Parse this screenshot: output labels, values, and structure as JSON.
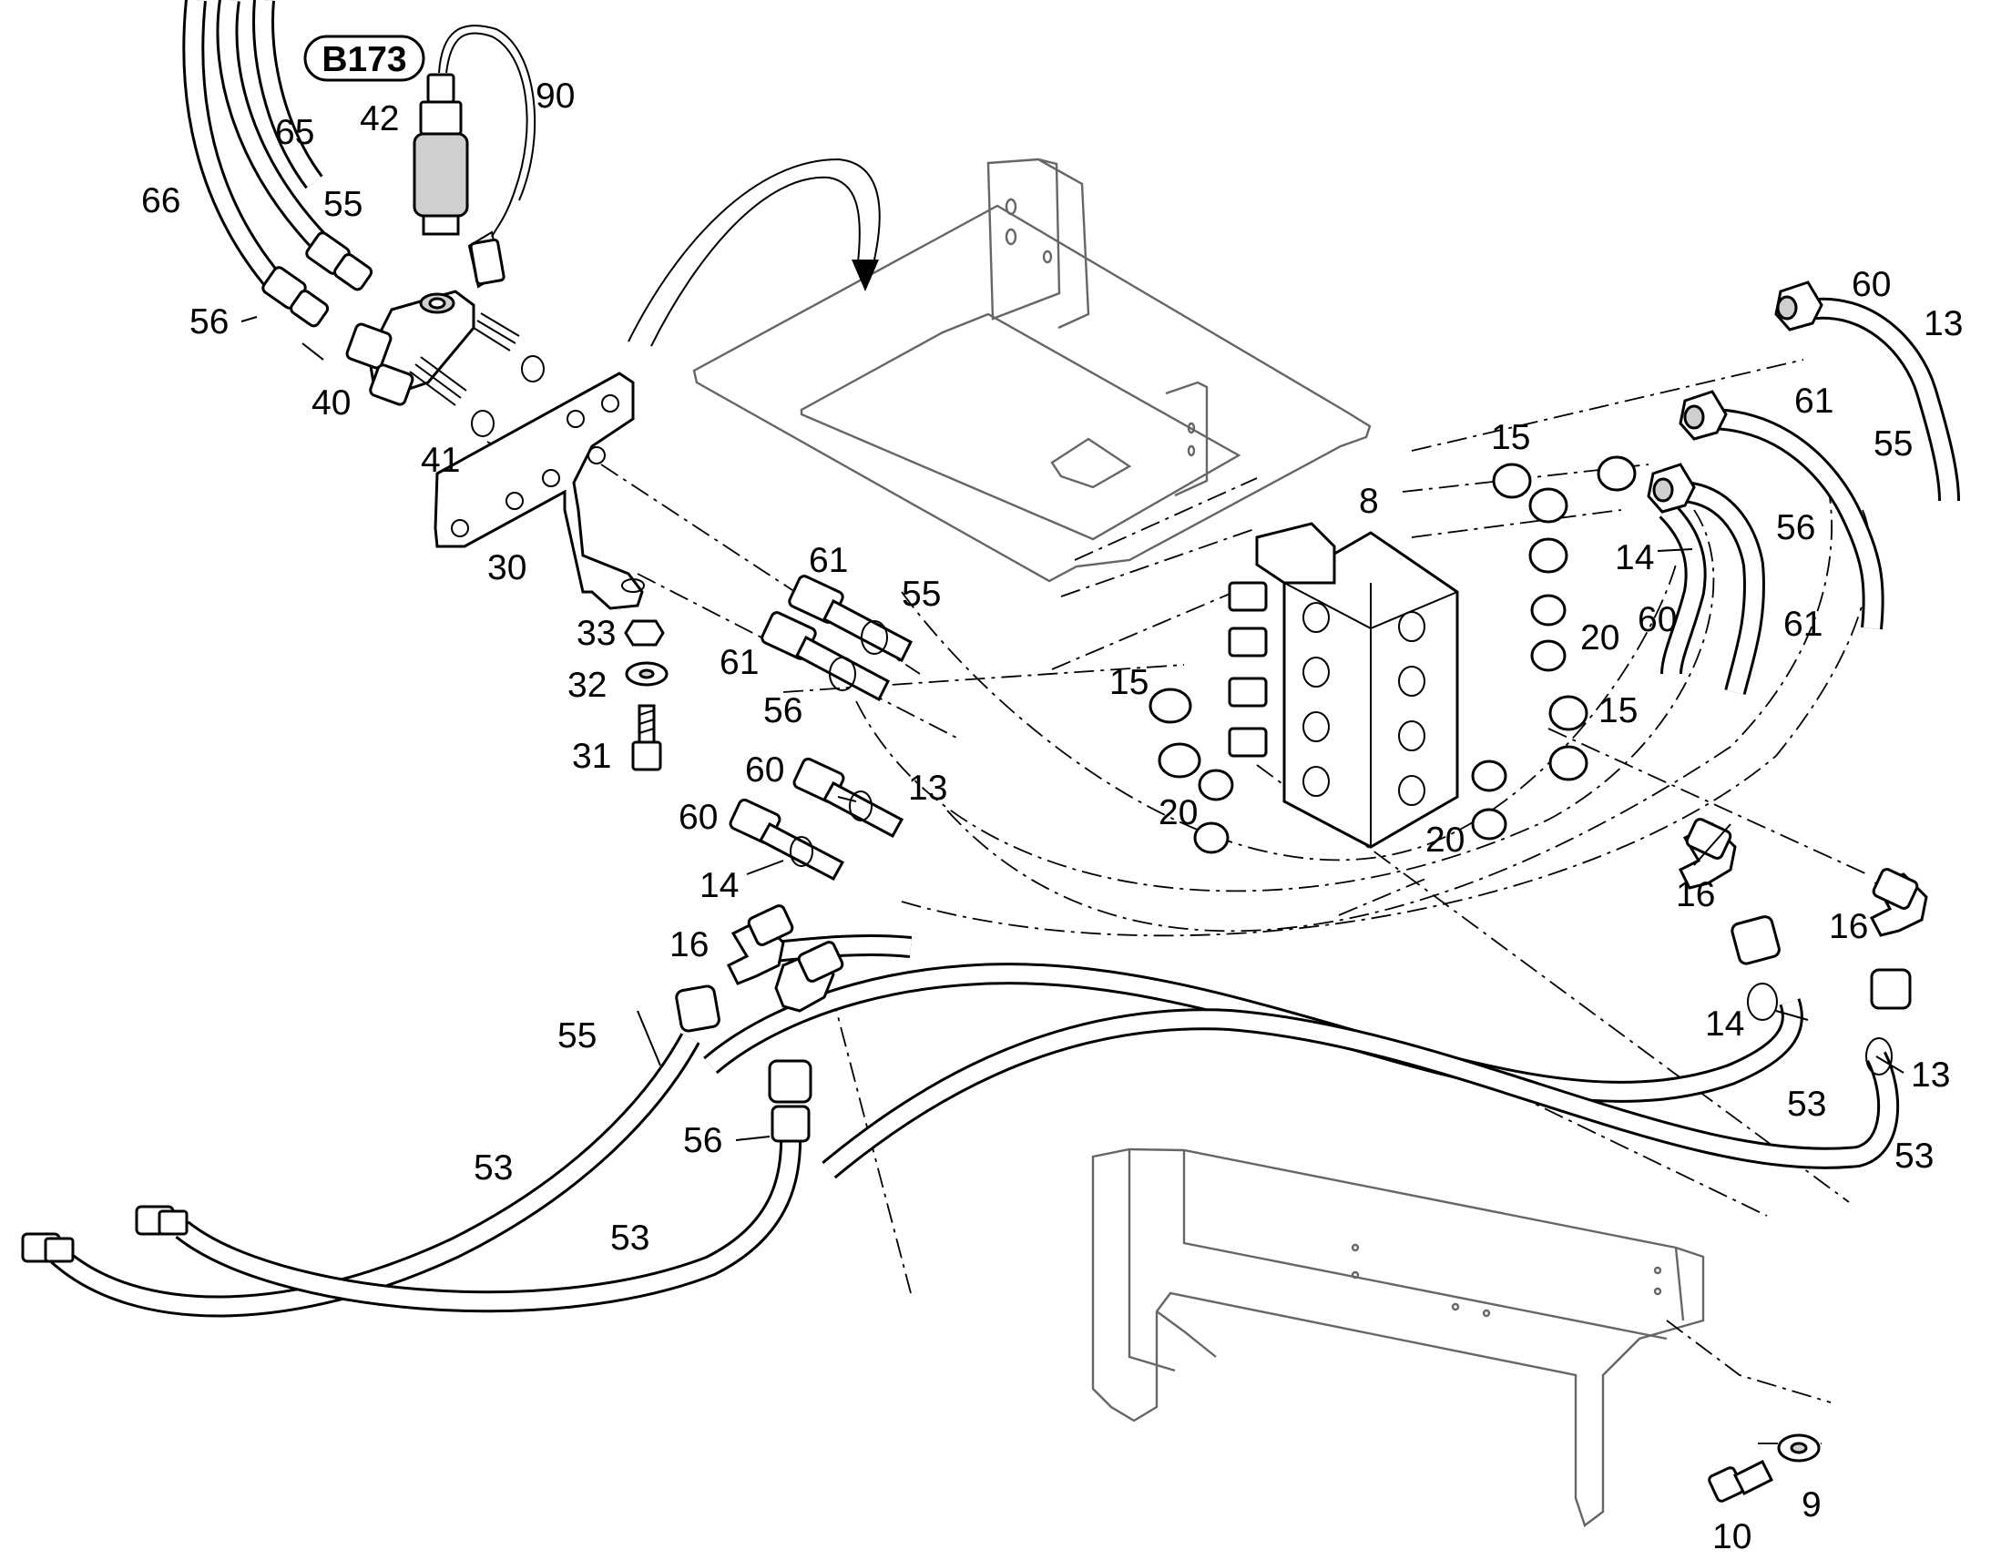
{
  "badge": {
    "label": "B173"
  },
  "callouts": {
    "c90": "90",
    "c42": "42",
    "c65": "65",
    "c66": "66",
    "c55a": "55",
    "c56a": "56",
    "c40": "40",
    "c41": "41",
    "c30": "30",
    "c33": "33",
    "c32": "32",
    "c31": "31",
    "c61a": "61",
    "c61b": "61",
    "c55b": "55",
    "c56b": "56",
    "c60a": "60",
    "c13a": "13",
    "c60b": "60",
    "c14a": "14",
    "c16a": "16",
    "c55c": "55",
    "c56c": "56",
    "c53a": "53",
    "c53b": "53",
    "c8": "8",
    "c15a": "15",
    "c15b": "15",
    "c15c": "15",
    "c20a": "20",
    "c20b": "20",
    "c20c": "20",
    "c60c": "60",
    "c13b": "13",
    "c61c": "61",
    "c55d": "55",
    "c56d": "56",
    "c14b": "14",
    "c60d": "60",
    "c61d": "61",
    "c16b": "16",
    "c16c": "16",
    "c14c": "14",
    "c13c": "13",
    "c53c": "53",
    "c53d": "53",
    "c9": "9",
    "c10": "10"
  }
}
